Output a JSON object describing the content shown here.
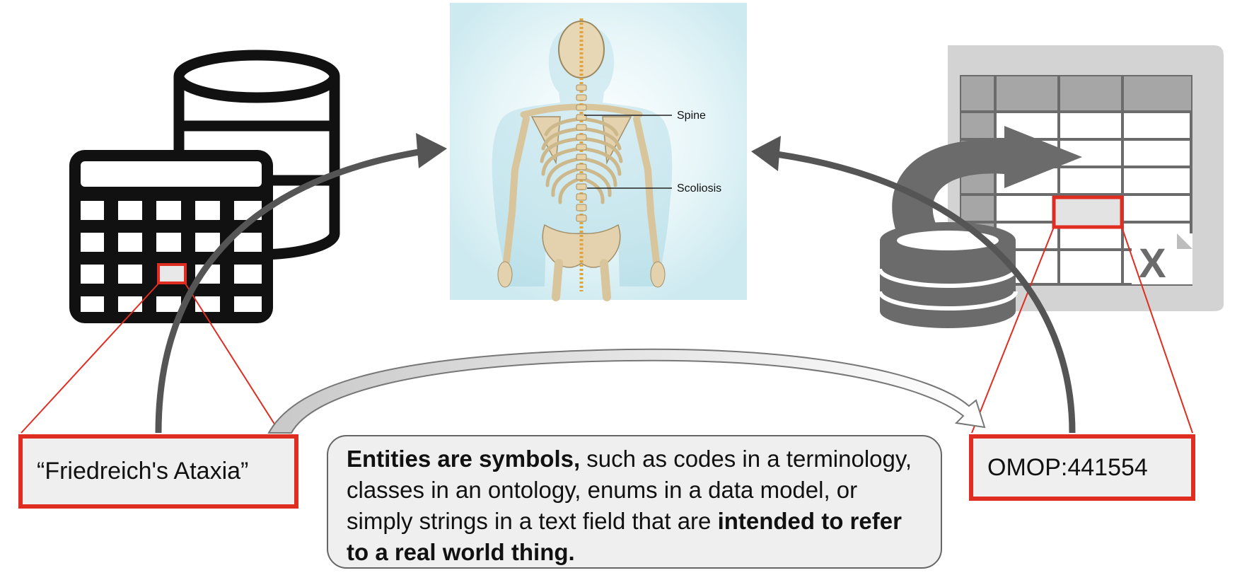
{
  "source_term": "“Friedreich's Ataxia”",
  "target_code": "OMOP:441554",
  "caption": {
    "bold_start": "Entities are symbols,",
    "middle": " such as codes in a terminology, classes in an ontology, enums in a data model, or simply strings in a text field that are ",
    "bold_end": "intended to refer to a real world thing."
  },
  "anatomy": {
    "label_spine": "Spine",
    "label_scoliosis": "Scoliosis"
  },
  "icons": {
    "left": "database-table-icon",
    "center": "skeleton-spine-illustration",
    "right": "database-to-excel-icon"
  },
  "colors": {
    "highlight": "#e02d22",
    "arrow": "#555555",
    "icon_dark": "#111111",
    "icon_gray": "#6b6b6b"
  }
}
